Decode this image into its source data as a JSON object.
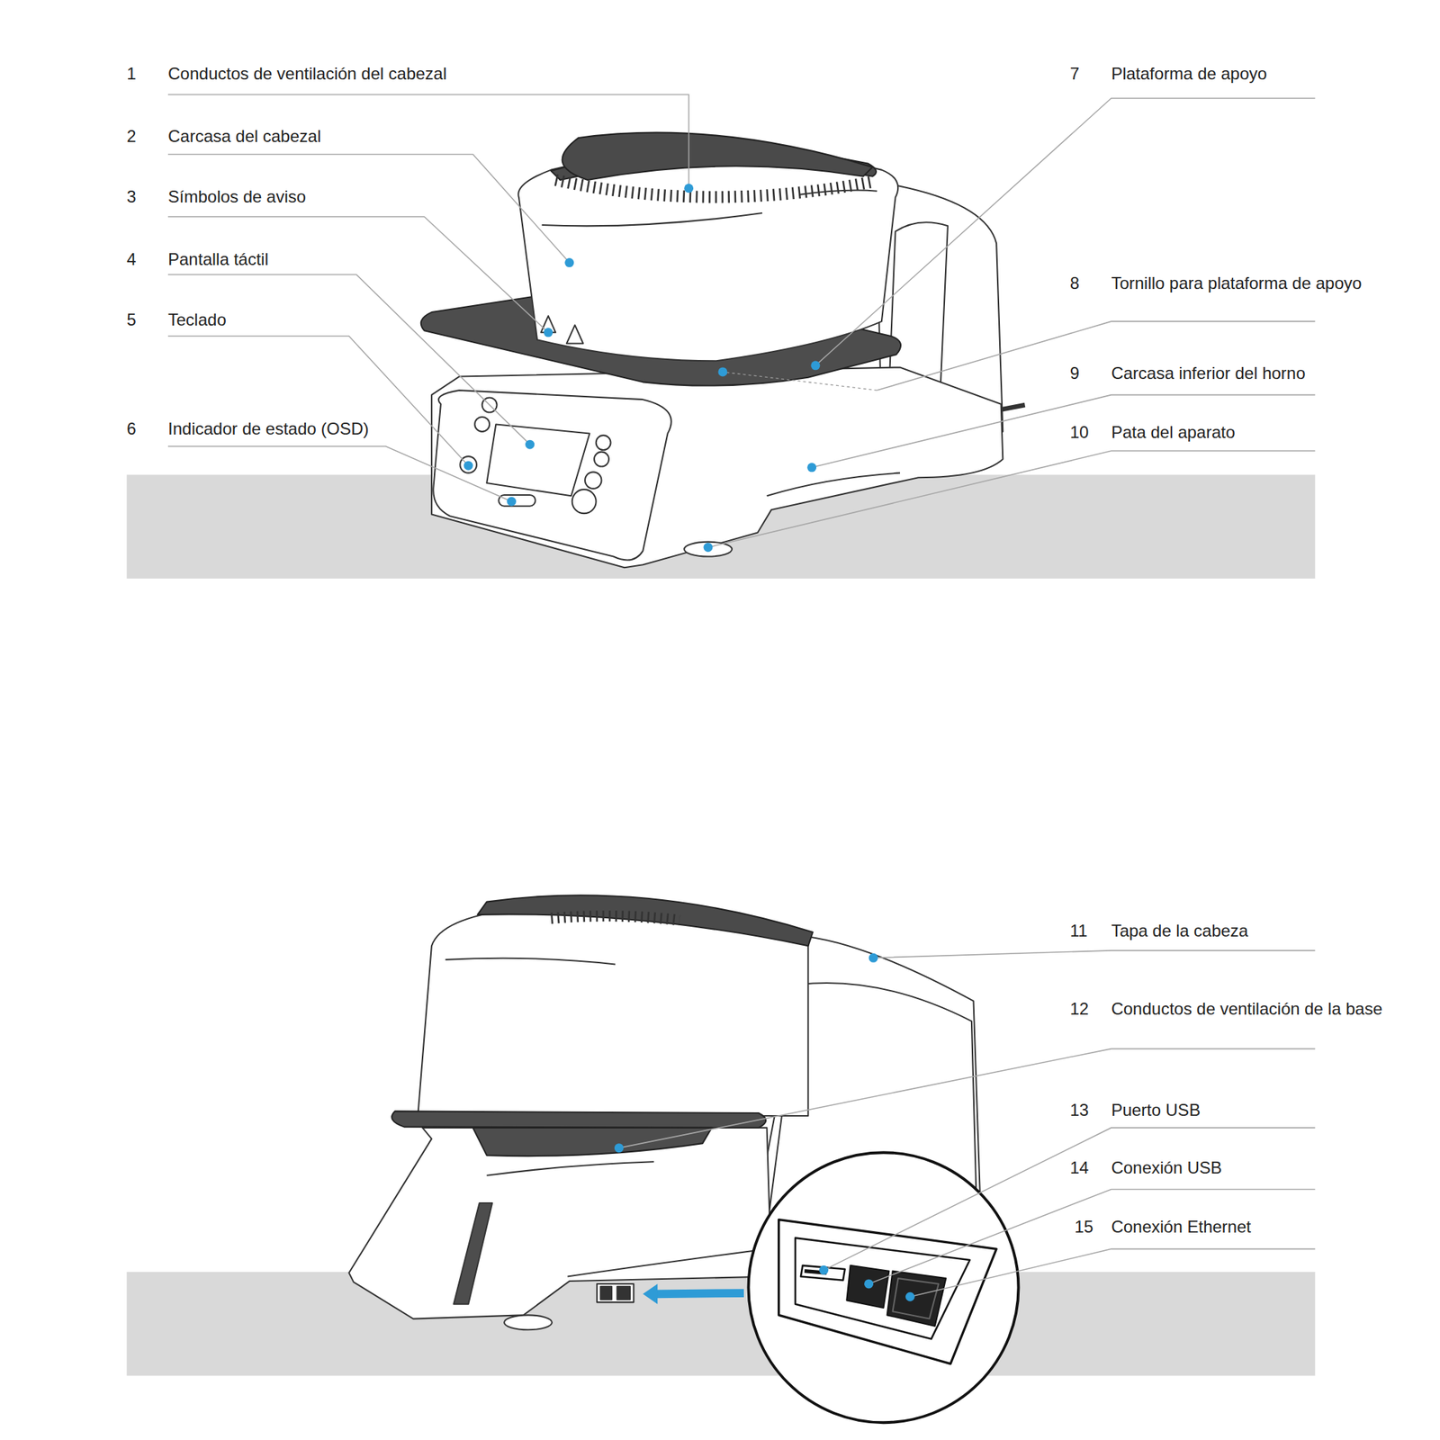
{
  "diagram": {
    "labels": [
      "1",
      "Conductos de ventilación del cabezal",
      "2",
      "Carcasa del cabezal",
      "3",
      "Símbolos de aviso",
      "4",
      "Pantalla táctil",
      "5",
      "Teclado",
      "6",
      "Indicador de estado (OSD)",
      "7",
      "Plataforma de apoyo",
      "8",
      "Tornillo para plataforma de apoyo",
      "9",
      "Carcasa inferior del horno",
      "10",
      "Pata del aparato",
      "11",
      "Tapa de la cabeza",
      "12",
      "Conductos de ventilación de la base",
      "13",
      "Puerto USB",
      "14",
      "Conexión USB",
      "15",
      "Conexión Ethernet"
    ]
  }
}
